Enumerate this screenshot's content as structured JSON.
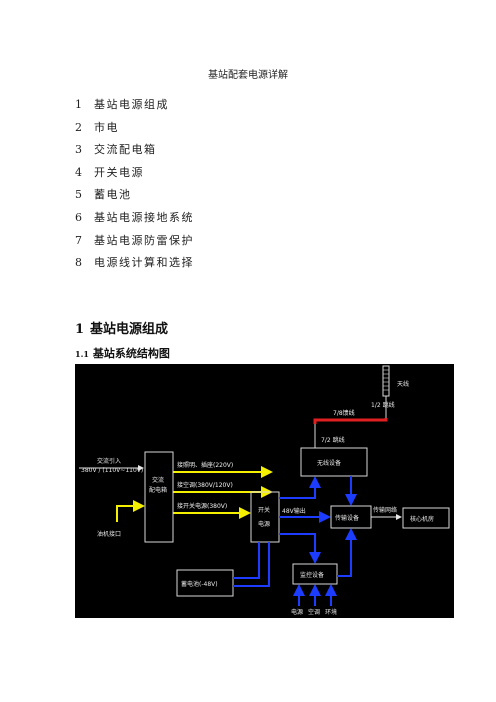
{
  "document": {
    "title": "基站配套电源详解",
    "toc": [
      {
        "num": "1",
        "text": "基站电源组成"
      },
      {
        "num": "2",
        "text": "市电"
      },
      {
        "num": "3",
        "text": "交流配电箱"
      },
      {
        "num": "4",
        "text": "开关电源"
      },
      {
        "num": "5",
        "text": "蓄电池"
      },
      {
        "num": "6",
        "text": "基站电源接地系统"
      },
      {
        "num": "7",
        "text": "基站电源防雷保护"
      },
      {
        "num": "8",
        "text": "电源线计算和选择"
      }
    ],
    "section": {
      "num": "1",
      "title": "基站电源组成"
    },
    "subsection": {
      "num": "1.1",
      "title": "基站系统结构图"
    }
  },
  "diagram": {
    "colors": {
      "background": "#000000",
      "box_border": "#d8d8d8",
      "ac_line": "#f5f000",
      "dc_line": "#1c3cff",
      "feeder": "#e02020",
      "text": "#e6e6e6"
    },
    "labels": {
      "antenna": "天线",
      "jumper_half_top": "1/2 跳线",
      "feeder": "7/8馈线",
      "jumper_half": "7/2 跳线",
      "ac_input": "交流引入",
      "ac_input_spec": "380V / (110V~110V)",
      "ac_box_line1": "交流",
      "ac_box_line2": "配电箱",
      "generator_port": "油机接口",
      "branch_lighting": "接照明、插座(220V)",
      "branch_aircon": "接空调(380V/120V)",
      "branch_switch_ps": "接开关电源(380V)",
      "switch_ps_line1": "开关",
      "switch_ps_line2": "电源",
      "output_48v": "48V输出",
      "radio_equipment": "无线设备",
      "transmission_equipment": "传输设备",
      "transmission_network": "传输网络",
      "core_room": "核心机房",
      "battery": "蓄电池(-48V)",
      "monitor_equipment": "监控设备",
      "monitor_power": "电源",
      "monitor_aircon": "空调",
      "monitor_env": "环境"
    }
  }
}
